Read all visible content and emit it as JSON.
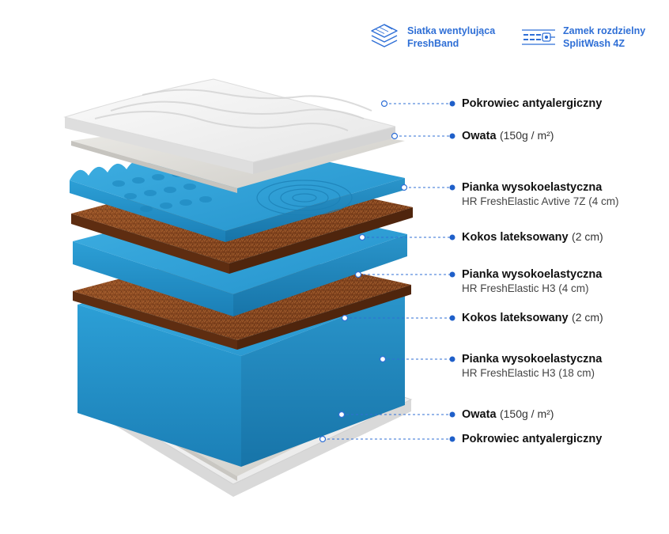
{
  "features": [
    {
      "line1": "Siatka wentylująca",
      "line2": "FreshBand",
      "icon": "layered-mesh-icon"
    },
    {
      "line1": "Zamek rozdzielny",
      "line2": "SplitWash 4Z",
      "icon": "zipper-icon"
    }
  ],
  "layers": [
    {
      "title": "Pokrowiec antyalergiczny",
      "suffix": "",
      "sub": ""
    },
    {
      "title": "Owata",
      "suffix": "(150g / m²)",
      "sub": ""
    },
    {
      "title": "Pianka wysokoelastyczna",
      "suffix": "",
      "sub": "HR FreshElastic Avtive 7Z (4 cm)"
    },
    {
      "title": "Kokos lateksowany",
      "suffix": "(2 cm)",
      "sub": ""
    },
    {
      "title": "Pianka wysokoelastyczna",
      "suffix": "",
      "sub": "HR FreshElastic H3 (4 cm)"
    },
    {
      "title": "Kokos lateksowany",
      "suffix": "(2 cm)",
      "sub": ""
    },
    {
      "title": "Pianka wysokoelastyczna",
      "suffix": "",
      "sub": "HR FreshElastic H3 (18 cm)"
    },
    {
      "title": "Owata",
      "suffix": "(150g / m²)",
      "sub": ""
    },
    {
      "title": "Pokrowiec antyalergiczny",
      "suffix": "",
      "sub": ""
    }
  ],
  "colors": {
    "accent": "#2f6fd6",
    "foam": "#2a9bd2",
    "foam_side": "#1f87bd",
    "coconut": "#8a4a22",
    "cover": "#f2f2f2",
    "wadding": "#dcdcd8"
  }
}
